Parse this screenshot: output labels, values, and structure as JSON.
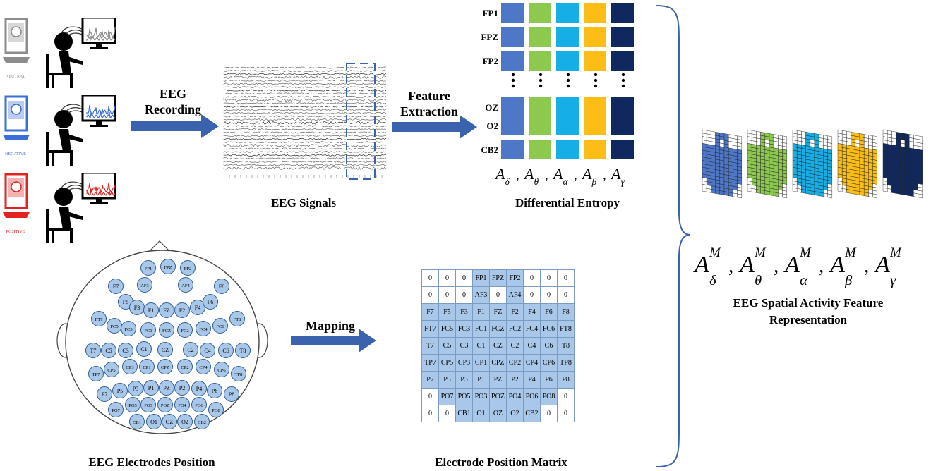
{
  "colors": {
    "arrow": "#3a62ad",
    "delta": "#4f77c8",
    "theta": "#8cc94e",
    "alpha": "#16aee6",
    "beta": "#fbbd16",
    "gamma": "#102860",
    "electrode_fill": "#a9c7e8",
    "electrode_stroke": "#2f5d96",
    "matrix_on": "#a9c7e8"
  },
  "captions": {
    "eeg_signals": "EEG Signals",
    "differential_entropy": "Differential Entropy",
    "spatial_feature_line1": "EEG Spatial Activity Feature",
    "spatial_feature_line2": "Representation",
    "electrodes_position": "EEG Electrodes Position",
    "position_matrix": "Electrode Position Matrix"
  },
  "steps": {
    "recording_line1": "EEG",
    "recording_line2": "Recording",
    "feature_line1": "Feature",
    "feature_line2": "Extraction",
    "mapping": "Mapping"
  },
  "stimuli": [
    {
      "label": "NEUTRAL",
      "color": "#8c8c8c"
    },
    {
      "label": "NEGATIVE",
      "color": "#3a6fd8"
    },
    {
      "label": "POSITIVE",
      "color": "#e52222"
    }
  ],
  "entropy_channels": [
    "FP1",
    "FPZ",
    "FP2",
    "OZ",
    "O2",
    "CB2"
  ],
  "band_symbols": [
    "δ",
    "θ",
    "α",
    "β",
    "γ"
  ],
  "band_letter": "A",
  "band_superscript": "M",
  "electrodes": [
    "FP1",
    "FPZ",
    "FP2",
    "AF3",
    "AF4",
    "F7",
    "F5",
    "F3",
    "F1",
    "FZ",
    "F2",
    "F4",
    "F6",
    "F8",
    "FT7",
    "FC5",
    "FC3",
    "FC1",
    "FCZ",
    "FC2",
    "FC4",
    "FC6",
    "FT8",
    "T7",
    "C5",
    "C3",
    "C1",
    "CZ",
    "C2",
    "C4",
    "C6",
    "T8",
    "TP7",
    "CP5",
    "CP3",
    "CP1",
    "CPZ",
    "CP2",
    "CP4",
    "CP6",
    "TP8",
    "P7",
    "P5",
    "P3",
    "P1",
    "PZ",
    "P2",
    "P4",
    "P6",
    "P8",
    "PO7",
    "PO5",
    "PO3",
    "POZ",
    "PO4",
    "PO6",
    "PO8",
    "CB1",
    "O1",
    "OZ",
    "O2",
    "CB2"
  ],
  "matrix": [
    [
      "0",
      "0",
      "0",
      "FP1",
      "FPZ",
      "FP2",
      "0",
      "0",
      "0"
    ],
    [
      "0",
      "0",
      "0",
      "AF3",
      "0",
      "AF4",
      "0",
      "0",
      "0"
    ],
    [
      "F7",
      "F5",
      "F3",
      "F1",
      "FZ",
      "F2",
      "F4",
      "F6",
      "F8"
    ],
    [
      "FT7",
      "FC5",
      "FC3",
      "FC1",
      "FCZ",
      "FC2",
      "FC4",
      "FC6",
      "FT8"
    ],
    [
      "T7",
      "C5",
      "C3",
      "C1",
      "CZ",
      "C2",
      "C4",
      "C6",
      "T8"
    ],
    [
      "TP7",
      "CP5",
      "CP3",
      "CP1",
      "CPZ",
      "CP2",
      "CP4",
      "CP6",
      "TP8"
    ],
    [
      "P7",
      "P5",
      "P3",
      "P1",
      "PZ",
      "P2",
      "P4",
      "P6",
      "P8"
    ],
    [
      "0",
      "PO7",
      "PO5",
      "PO3",
      "POZ",
      "PO4",
      "PO6",
      "PO8",
      "0"
    ],
    [
      "0",
      "0",
      "CB1",
      "O1",
      "OZ",
      "O2",
      "CB2",
      "0",
      "0"
    ]
  ]
}
